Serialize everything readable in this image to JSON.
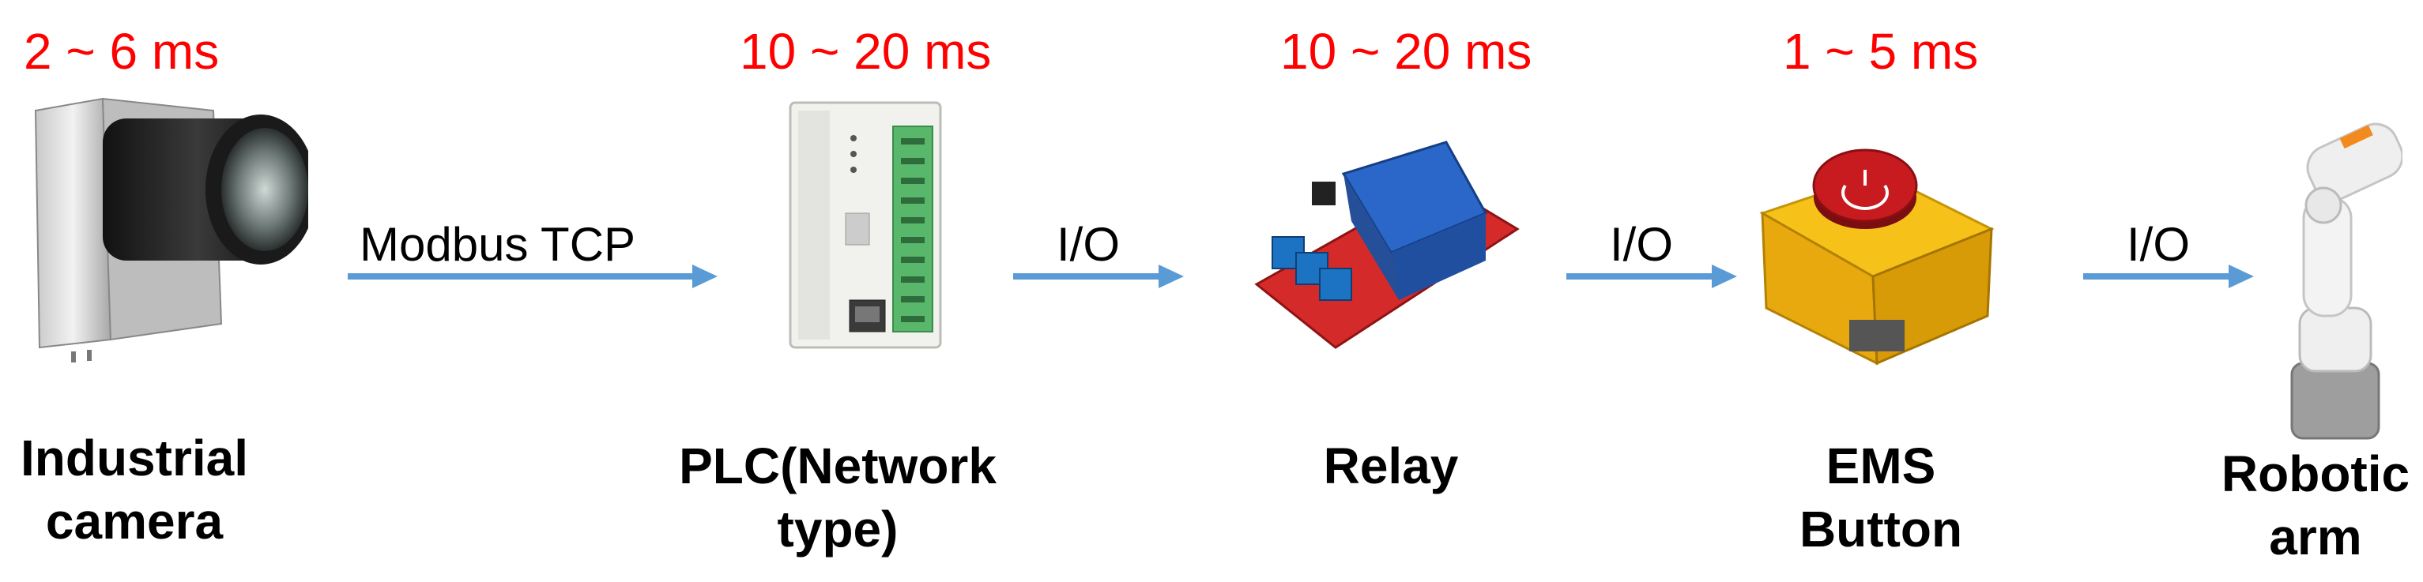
{
  "colors": {
    "timing": "#ff0000",
    "arrow": "#5b9bd5",
    "text": "#000000"
  },
  "stages": [
    {
      "name": "camera",
      "timing": "2  ~ 6 ms",
      "label_lines": [
        "Industrial",
        "camera"
      ],
      "icon": "industrial-camera-icon"
    },
    {
      "name": "plc",
      "timing": "10 ~ 20 ms",
      "label_lines": [
        "PLC(Network",
        "type)"
      ],
      "icon": "plc-icon"
    },
    {
      "name": "relay",
      "timing": "10 ~ 20 ms",
      "label_lines": [
        "Relay"
      ],
      "icon": "relay-icon"
    },
    {
      "name": "ems",
      "timing": "1 ~ 5 ms",
      "label_lines": [
        "EMS",
        "Button"
      ],
      "icon": "emergency-stop-button-icon"
    },
    {
      "name": "robot",
      "timing": "",
      "label_lines": [
        "Robotic",
        "arm"
      ],
      "icon": "robotic-arm-icon"
    }
  ],
  "connectors": [
    {
      "label": "Modbus TCP"
    },
    {
      "label": "I/O"
    },
    {
      "label": "I/O"
    },
    {
      "label": "I/O"
    }
  ]
}
